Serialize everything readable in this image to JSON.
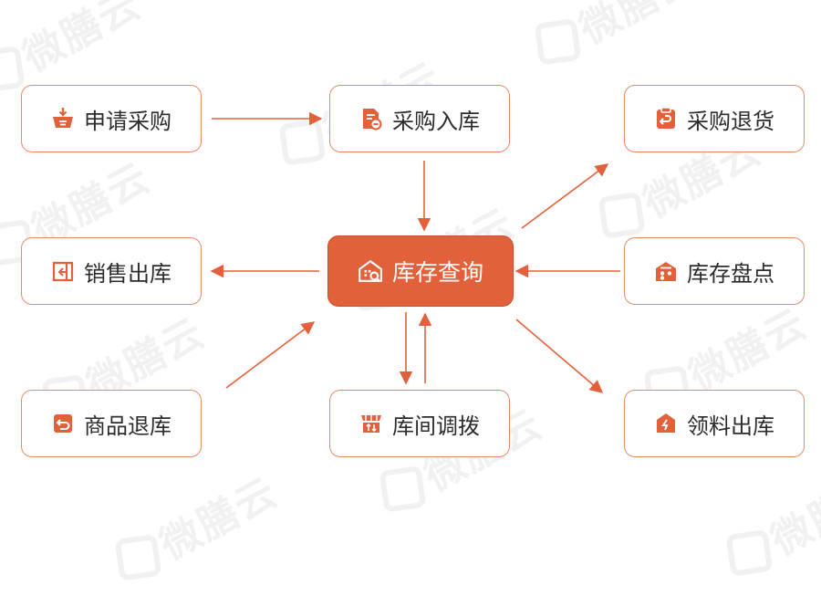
{
  "watermark": "微膳云",
  "colors": {
    "accent": "#e2603a",
    "border": "#e9896a",
    "arrow": "#e2603a"
  },
  "nodes": {
    "apply_purchase": {
      "label": "申请采购",
      "icon": "basket-icon"
    },
    "purchase_in": {
      "label": "采购入库",
      "icon": "document-in-icon"
    },
    "purchase_return": {
      "label": "采购退货",
      "icon": "clipboard-return-icon"
    },
    "sales_out": {
      "label": "销售出库",
      "icon": "box-out-icon"
    },
    "inventory_query": {
      "label": "库存查询",
      "icon": "warehouse-search-icon"
    },
    "stocktake": {
      "label": "库存盘点",
      "icon": "warehouse-count-icon"
    },
    "goods_return": {
      "label": "商品退库",
      "icon": "return-box-icon"
    },
    "transfer": {
      "label": "库间调拨",
      "icon": "store-transfer-icon"
    },
    "material_out": {
      "label": "领料出库",
      "icon": "material-box-icon"
    }
  }
}
